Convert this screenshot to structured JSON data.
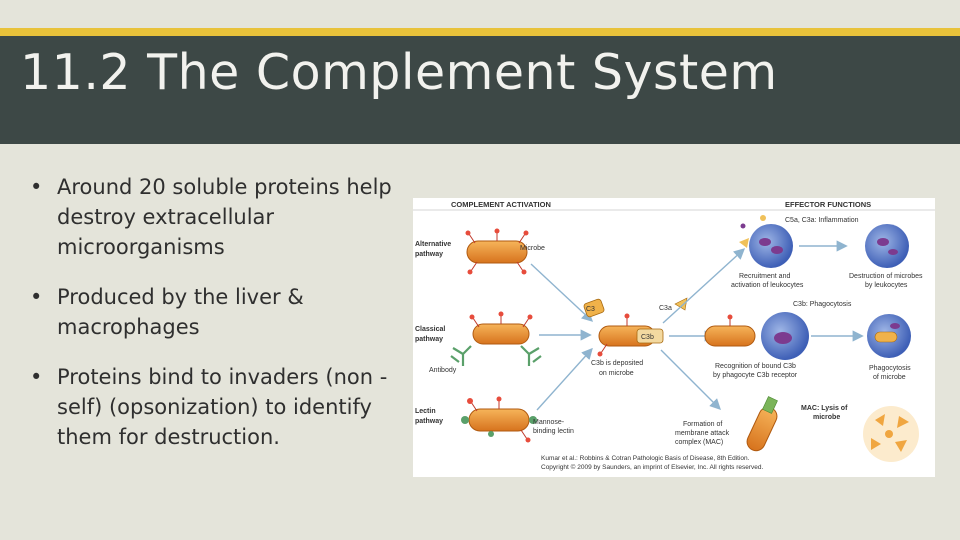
{
  "slide": {
    "title": "11.2 The Complement System",
    "bullets": [
      "Around 20 soluble proteins help destroy extracellular microorganisms",
      "Produced by the liver & macrophages",
      "Proteins bind to invaders (non -self) (opsonization) to identify them for destruction."
    ]
  },
  "figure": {
    "heading_left": "COMPLEMENT ACTIVATION",
    "heading_right": "EFFECTOR FUNCTIONS",
    "alt_pathway_1": "Alternative",
    "alt_pathway_2": "pathway",
    "classical_1": "Classical",
    "classical_2": "pathway",
    "lectin_1": "Lectin",
    "lectin_2": "pathway",
    "microbe": "Microbe",
    "antibody": "Antibody",
    "mannose_1": "Mannose-",
    "mannose_2": "binding lectin",
    "c3": "C3",
    "c3a": "C3a",
    "c3b": "C3b",
    "deposit_1": "C3b is deposited",
    "deposit_2": "on microbe",
    "inflam": "C5a, C3a: Inflammation",
    "recruit_1": "Recruitment and",
    "recruit_2": "activation of leukocytes",
    "destr_1": "Destruction of microbes",
    "destr_2": "by leukocytes",
    "phago": "C3b: Phagocytosis",
    "recog_1": "Recognition of bound C3b",
    "recog_2": "by phagocyte C3b receptor",
    "phago_m_1": "Phagocytosis",
    "phago_m_2": "of microbe",
    "mac_1": "MAC: Lysis of",
    "mac_2": "microbe",
    "mac_form_1": "Formation of",
    "mac_form_2": "membrane attack",
    "mac_form_3": "complex (MAC)",
    "credit_1": "Kumar et al.: Robbins & Cotran Pathologic Basis of Disease, 8th Edition.",
    "credit_2": "Copyright © 2009 by Saunders, an imprint of Elsevier, Inc. All rights reserved."
  },
  "colors": {
    "titlebar": "#3d4846",
    "accent": "#e8c23a",
    "microbe": "#e88b2a",
    "leukocyte": "#4a6fc4",
    "arrow": "#8fb4cf"
  }
}
